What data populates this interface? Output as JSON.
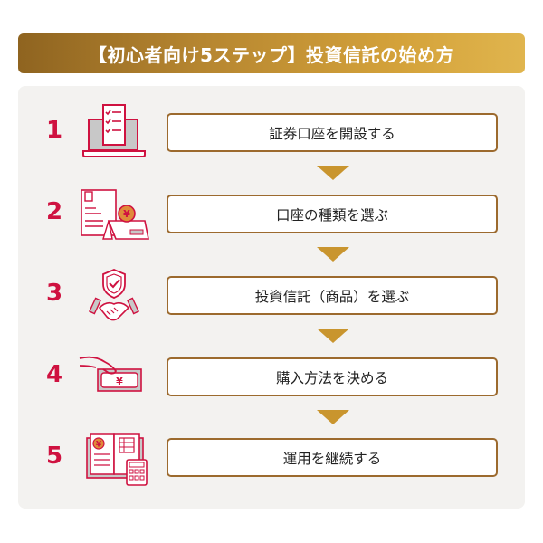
{
  "header": {
    "title": "【初心者向け5ステップ】投資信託の始め方"
  },
  "colors": {
    "accent_gold": "#c9952e",
    "number_red": "#cf1240",
    "box_border": "#9c6a2e",
    "panel_bg": "#f3f2f0"
  },
  "steps": [
    {
      "number": "1",
      "label": "証券口座を開設する",
      "icon": "laptop-checklist-icon"
    },
    {
      "number": "2",
      "label": "口座の種類を選ぶ",
      "icon": "documents-yen-icon"
    },
    {
      "number": "3",
      "label": "投資信託（商品）を選ぶ",
      "icon": "shield-handshake-icon"
    },
    {
      "number": "4",
      "label": "購入方法を決める",
      "icon": "hand-banknote-icon"
    },
    {
      "number": "5",
      "label": "運用を継続する",
      "icon": "book-calculator-icon"
    }
  ]
}
